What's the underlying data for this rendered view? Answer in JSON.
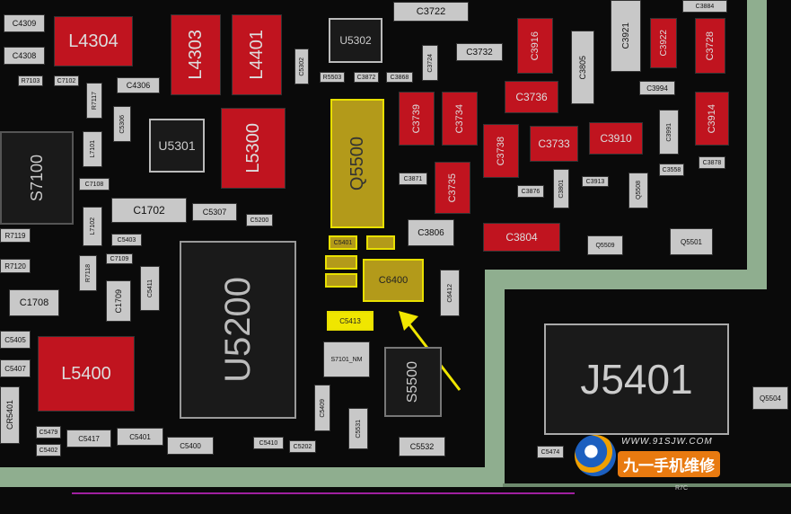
{
  "components": {
    "C4309": "C4309",
    "C4308": "C4308",
    "L4304": "L4304",
    "L4303": "L4303",
    "L4401": "L4401",
    "C4306": "C4306",
    "R7103": "R7103",
    "C7102": "C7102",
    "R7117": "R7117",
    "C5306": "C5306",
    "U5301": "U5301",
    "L5300": "L5300",
    "S7100": "S7100",
    "L7101": "L7101",
    "C7108": "C7108",
    "C1702": "C1702",
    "C5307": "C5307",
    "C5200": "C5200",
    "R7119": "R7119",
    "L7102": "L7102",
    "R7120": "R7120",
    "C5403": "C5403",
    "C7109": "C7109",
    "R7118": "R7118",
    "C1709": "C1709",
    "C5411": "C5411",
    "C1708": "C1708",
    "U5200": "U5200",
    "L5400": "L5400",
    "C5405": "C5405",
    "C5407": "C5407",
    "CR5401": "CR5401",
    "C5479": "C5479",
    "C5402": "C5402",
    "C5417": "C5417",
    "C5401": "C5401",
    "C5400": "C5400",
    "C5410": "C5410",
    "C5202": "C5202",
    "U5302": "U5302",
    "C5302": "C5302",
    "R5503": "R5503",
    "C3872": "C3872",
    "C3868": "C3868",
    "Q5500": "Q5500",
    "C3722": "C3722",
    "C3724": "C3724",
    "C3732": "C3732",
    "C3916": "C3916",
    "C3921": "C3921",
    "C3922": "C3922",
    "C3728": "C3728",
    "C3805": "C3805",
    "C3994": "C3994",
    "C3739": "C3739",
    "C3734": "C3734",
    "C3736": "C3736",
    "C3914": "C3914",
    "C3910": "C3910",
    "C3738": "C3738",
    "C3733": "C3733",
    "C3991": "C3991",
    "C3878": "C3878",
    "C3735": "C3735",
    "C3871": "C3871",
    "C3876": "C3876",
    "C3801": "C3801",
    "C3913": "C3913",
    "Q5508": "Q5508",
    "C3558": "C3558",
    "C3806": "C3806",
    "C3804": "C3804",
    "Q5509": "Q5509",
    "Q5501": "Q5501",
    "C5401b": "C5401",
    "C6400": "C6400",
    "C5413": "C5413",
    "C6412": "C6412",
    "S7101_NM": "S7101_NM",
    "S5500": "S5500",
    "C5409": "C5409",
    "C5531": "C5531",
    "C5532": "C5532",
    "J5401": "J5401",
    "Q5504": "Q5504",
    "C5474": "C5474",
    "C3884": "C3884",
    "R7C": "R7C"
  },
  "watermark": {
    "url": "WWW.91SJW.COM",
    "name": "九一手机维修"
  },
  "colors": {
    "board": "#0a0a0a",
    "trace": "#8fae8f",
    "pad": "#b5121b",
    "part_body": "#c8c8c8",
    "highlight": "#e8e000",
    "arrow": "#f0e600",
    "test_dot": "#1a9aa0"
  }
}
